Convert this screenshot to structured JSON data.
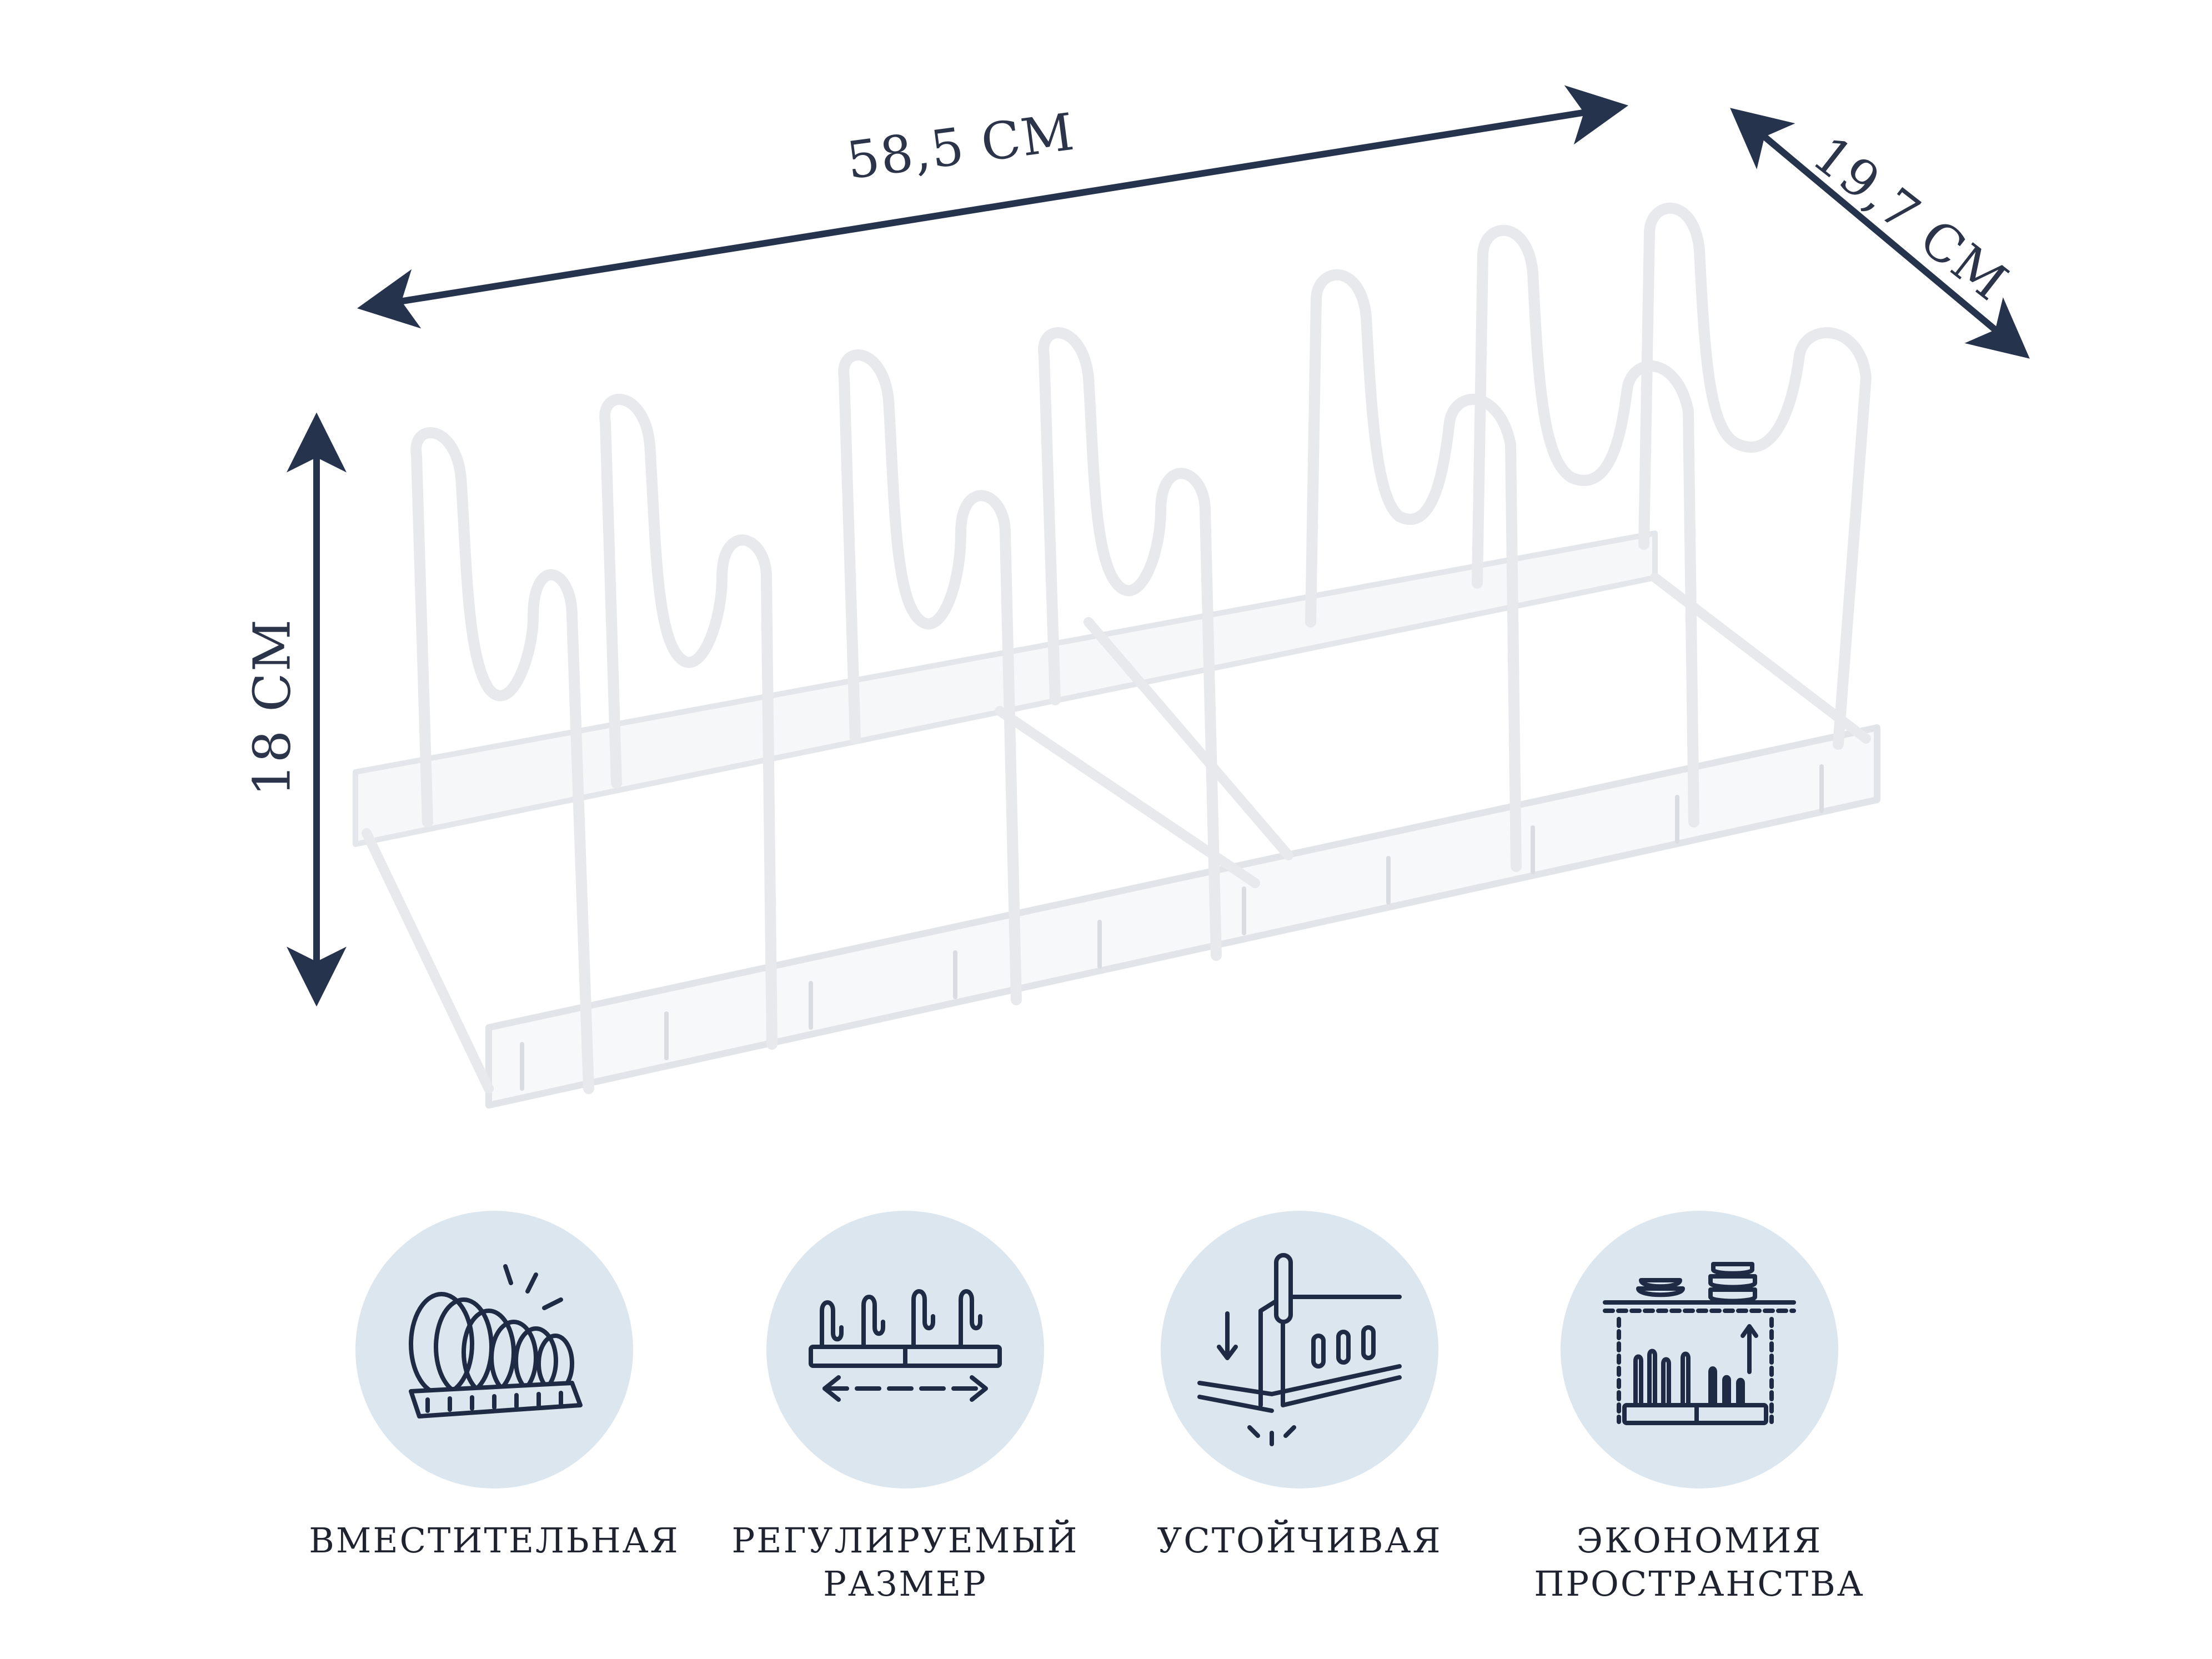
{
  "dimensions": {
    "width_label": "58,5 СМ",
    "depth_label": "19,7 СМ",
    "height_label": "18 СМ"
  },
  "colors": {
    "arrow": "#26334d",
    "circle_bg": "#dce6ee",
    "icon_stroke": "#1f2a44",
    "rack": "#f4f5f6"
  },
  "features": [
    {
      "icon": "stacked-plates-icon",
      "label": "ВМЕСТИТЕЛЬНАЯ"
    },
    {
      "icon": "adjustable-size-icon",
      "label": "РЕГУЛИРУЕМЫЙ РАЗМЕР"
    },
    {
      "icon": "stable-foot-icon",
      "label": "УСТОЙЧИВАЯ"
    },
    {
      "icon": "space-saving-icon",
      "label": "ЭКОНОМИЯ ПРОСТРАНСТВА"
    }
  ]
}
